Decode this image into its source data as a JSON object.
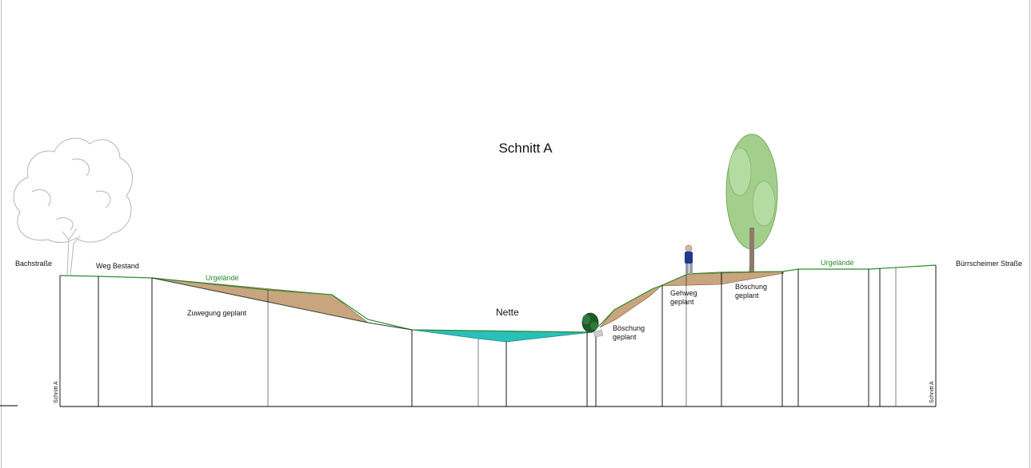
{
  "title": "Schnitt A",
  "labels": {
    "left_street": "Bachstraße",
    "right_street": "Bürrscheimer Straße",
    "weg_bestand": "Weg Bestand",
    "urgelaende_left": "Urgelände",
    "urgelaende_right": "Urgelände",
    "zuwegung": "Zuwegung geplant",
    "river": "Nette",
    "boeschung_low_1": "Böschung",
    "boeschung_low_2": "geplant",
    "gehweg_1": "Gehweg",
    "gehweg_2": "geplant",
    "boeschung_high_1": "Böschung",
    "boeschung_high_2": "geplant",
    "section_mark_left": "Schnitt A",
    "section_mark_right": "Schnitt A"
  },
  "colors": {
    "ground_line": "#2e8b2e",
    "fill_earth": "#c8a57e",
    "water": "#2bbfb9",
    "tree_green": "#a3cf8c",
    "trunk": "#8c7b6e",
    "person_shirt": "#1e3a8a"
  }
}
